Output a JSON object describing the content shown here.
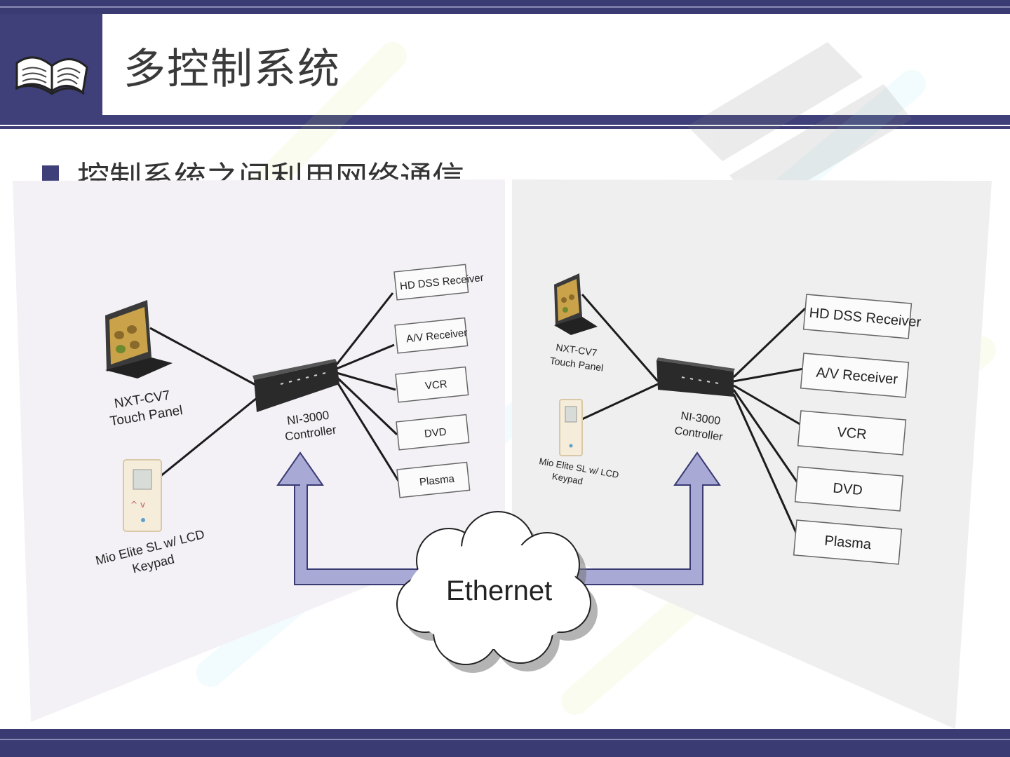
{
  "slide": {
    "title": "多控制系统",
    "bullet": "控制系统之间利用网络通信",
    "icon": "open-book-icon"
  },
  "diagram": {
    "left_system": {
      "touch_panel": [
        "NXT-CV7",
        "Touch Panel"
      ],
      "keypad": [
        "Mio Elite SL w/ LCD",
        "Keypad"
      ],
      "controller": [
        "NI-3000",
        "Controller"
      ],
      "devices": [
        "HD DSS Receiver",
        "A/V Receiver",
        "VCR",
        "DVD",
        "Plasma"
      ]
    },
    "right_system": {
      "touch_panel": [
        "NXT-CV7",
        "Touch Panel"
      ],
      "keypad": [
        "Mio Elite SL w/ LCD",
        "Keypad"
      ],
      "controller": [
        "NI-3000",
        "Controller"
      ],
      "devices": [
        "HD DSS Receiver",
        "A/V Receiver",
        "VCR",
        "DVD",
        "Plasma"
      ]
    },
    "network": "Ethernet"
  },
  "colors": {
    "frame": "#3f4079",
    "arrow_fill": "#a9a9d6",
    "arrow_stroke": "#3a3b73",
    "panel_left": "#f3f1f6",
    "panel_right": "#efefef"
  }
}
